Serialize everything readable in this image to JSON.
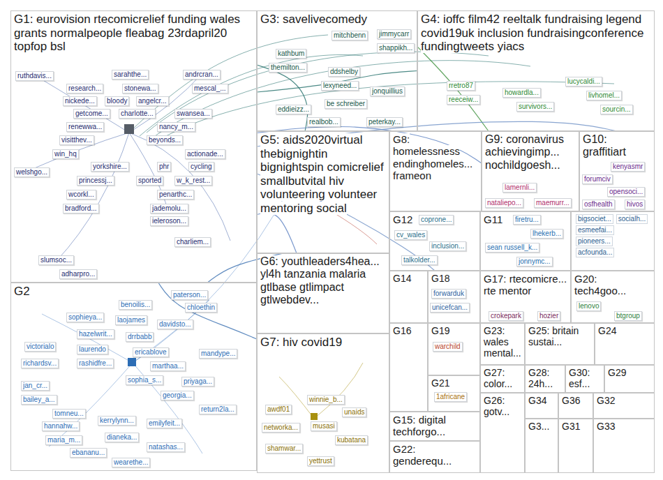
{
  "diagram": {
    "nodes": [
      {
        "text": [
          "G1: eurovision rtecomicrelief funding wales grants normalpeople fleabag 23rdapril20 topfop bsl"
        ]
      },
      {
        "text": [
          "G3: savelivecomedy"
        ]
      },
      {
        "text": [
          "G4: ioffc film42 reeltalk fundraising legend covid19uk inclusion fundraisingconference fundingtweets yiacs"
        ]
      },
      {
        "text": [
          "G5: aids2020virtual thebignightin bignightspin comicrelief smallbutvital hiv volunteering volunteer mentoring social"
        ]
      },
      {
        "text": [
          "G8: homelessness endinghomeles... frameon"
        ]
      },
      {
        "text": [
          "G9: coronavirus achievingimp... nochildgoesh..."
        ]
      },
      {
        "text": [
          "G10: graffitiart"
        ]
      },
      {
        "text": [
          "G12"
        ]
      },
      {
        "text": [
          "G11"
        ]
      },
      {
        "text": [
          "bigsociet...",
          "socialh...",
          "esmeefai...",
          "pioneers...",
          "acfounda..."
        ]
      },
      {
        "text": [
          "G6: youthleaders4hea... yl4h tanzania malaria gtlbase gtlimpact gtlwebdev..."
        ]
      },
      {
        "text": [
          "G14"
        ]
      },
      {
        "text": [
          "G18"
        ]
      },
      {
        "text": [
          "G17: rtecomicre... rte mentor"
        ]
      },
      {
        "text": [
          "G20: tech4goo..."
        ]
      },
      {
        "text": [
          "G2"
        ]
      },
      {
        "text": [
          "G16"
        ]
      },
      {
        "text": [
          "G19"
        ]
      },
      {
        "text": [
          "G23: wales mental..."
        ]
      },
      {
        "text": [
          "G25: britain sustai..."
        ]
      },
      {
        "text": [
          "G24"
        ]
      },
      {
        "text": [
          "G7: hiv covid19"
        ]
      },
      {
        "text": [
          "G21"
        ]
      },
      {
        "text": [
          "G27: color..."
        ]
      },
      {
        "text": [
          "G28: 24h..."
        ]
      },
      {
        "text": [
          "G30: esf..."
        ]
      },
      {
        "text": [
          "G29"
        ]
      },
      {
        "text": [
          "G15: digital techforgo..."
        ]
      },
      {
        "text": [
          "G26: gotv..."
        ]
      },
      {
        "text": [
          "G34"
        ]
      },
      {
        "text": [
          "G36"
        ]
      },
      {
        "text": [
          "G32"
        ]
      },
      {
        "text": [
          "G22: genderequ..."
        ]
      },
      {
        "text": [
          "G3..."
        ]
      },
      {
        "text": [
          "G31"
        ]
      },
      {
        "text": [
          "G33"
        ]
      }
    ],
    "edges": [
      {
        "from": 0,
        "to": 1,
        "arrow": "none"
      },
      {
        "from": 0,
        "to": 2,
        "arrow": "none"
      },
      {
        "from": 0,
        "to": 15,
        "arrow": "none"
      },
      {
        "from": 0,
        "to": 3,
        "arrow": "none"
      },
      {
        "from": 1,
        "to": 2,
        "arrow": "none"
      },
      {
        "from": 0,
        "to": 5,
        "arrow": "none"
      },
      {
        "from": 0,
        "to": 6,
        "arrow": "none"
      },
      {
        "from": 0,
        "to": 7,
        "arrow": "none"
      },
      {
        "from": 15,
        "to": 3,
        "arrow": "none"
      }
    ],
    "labels": [
      "ruthdavis...",
      "sarahthe...",
      "andrcran...",
      "research...",
      "stonewa...",
      "mescal_...",
      "nickede...",
      "bloody",
      "angelcr...",
      "getcome...",
      "charlotte...",
      "swansea...",
      "renewwa...",
      "nancy_m...",
      "visitthev...",
      "beyonds...",
      "win_hq",
      "actionade...",
      "yorkshire...",
      "phr",
      "cycling",
      "welshgo...",
      "princessj...",
      "sported",
      "w_k_rest...",
      "wcorkl...",
      "penarthc...",
      "bradford...",
      "jademolu...",
      "ieleroson...",
      "charliem...",
      "slumsoc...",
      "adharpro...",
      "paterson...",
      "benoilis...",
      "chloethin",
      "sophieya...",
      "laojames",
      "davidsto...",
      "hazelwrit...",
      "drrbabb",
      "victorialo",
      "laurendo",
      "ericablove",
      "richardsv...",
      "rashidfre...",
      "marthaa...",
      "mandype...",
      "sophia_s...",
      "priyaga...",
      "jan_cr...",
      "bailey_a...",
      "georgia...",
      "tomneu...",
      "hannahw...",
      "kerrylynn...",
      "emilyfeit...",
      "return2la...",
      "maria_m...",
      "dianeka...",
      "natashas...",
      "ebananu...",
      "wearethe...",
      "mitchbenn",
      "jimmycarr",
      "shappikh...",
      "kathbum",
      "themilton...",
      "ddshelby",
      "lexyneed...",
      "jonquillius",
      "be schreiber",
      "eddieizz...",
      "realbob...",
      "peterkay...",
      "lucycaldi...",
      "rretro87",
      "howardla...",
      "reeceiw...",
      "livhomel...",
      "survivors...",
      "sourcin...",
      "winnie_b...",
      "unaids",
      "kubatana",
      "shamwar...",
      "yettrust",
      "networka...",
      "musasi",
      "awdf01",
      "lamernli...",
      "nataliepo...",
      "maemurr...",
      "kenyasmr",
      "forumciv",
      "opensoci...",
      "osfhealth",
      "hivos",
      "coprone...",
      "cv_wales",
      "inclusion...",
      "talkolder...",
      "firetru...",
      "lhekerb...",
      "sean russell_k...",
      "jonnymc...",
      "forwarduk",
      "unicefcan...",
      "crokepark",
      "hozier",
      "lenovo",
      "btgroup",
      "warchild",
      "1africane"
    ]
  }
}
